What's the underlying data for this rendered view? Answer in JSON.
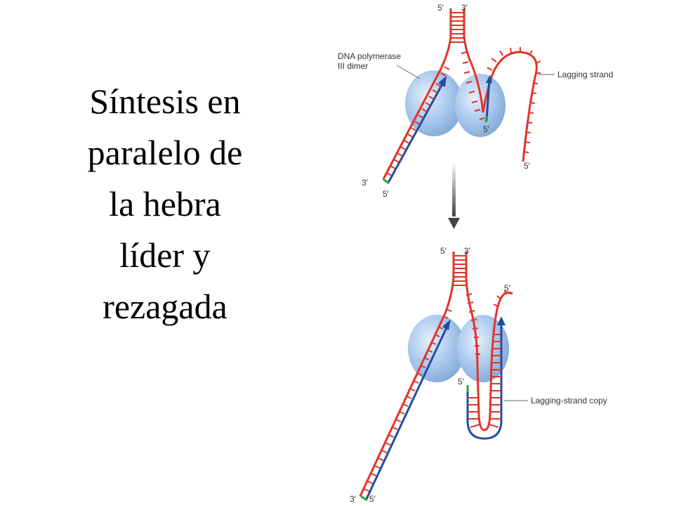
{
  "slide": {
    "title_lines": [
      "Síntesis en",
      "paralelo de",
      "la hebra",
      "líder y",
      "rezagada"
    ]
  },
  "top_diagram": {
    "polymerase_label_line1": "DNA polymerase",
    "polymerase_label_line2": "III dimer",
    "lagging_label": "Lagging strand",
    "end_5_top_left": "5′",
    "end_3_top_right": "3′",
    "end_5_inner": "5′",
    "end_5_lagging_tail": "5′",
    "end_3_leading_bottom": "3′",
    "end_5_leading_bottom": "5′"
  },
  "bottom_diagram": {
    "copy_label": "Lagging-strand copy",
    "end_5_top_left": "5′",
    "end_3_top_right": "3′",
    "end_5_lagging_tail": "5′",
    "end_5_inner": "5′",
    "end_3_leading_bottom": "3′",
    "end_5_leading_bottom": "5′"
  },
  "colors": {
    "parental_strand": "#e2332a",
    "new_strand": "#1f4ea0",
    "primer": "#2aa838",
    "polymerase": "#a9c8ec",
    "arrow": "#555555"
  }
}
